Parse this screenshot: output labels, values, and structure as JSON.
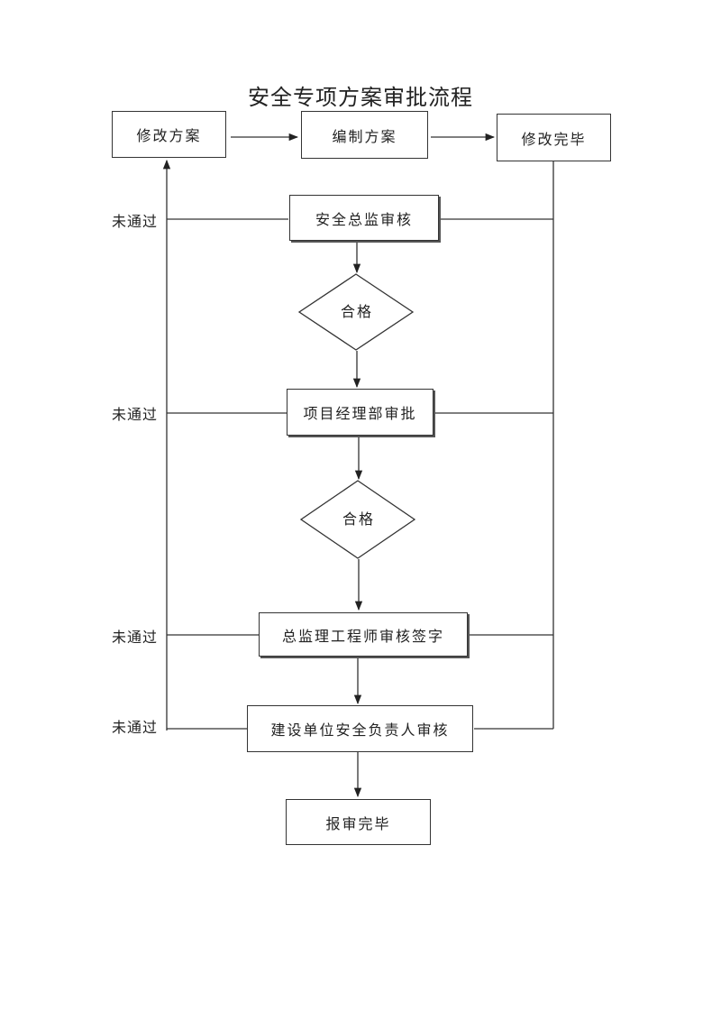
{
  "title": "安全专项方案审批流程",
  "nodes": {
    "revise_plan": "修改方案",
    "compile_plan": "编制方案",
    "revision_done": "修改完毕",
    "safety_director_review": "安全总监审核",
    "check_1": "合格",
    "project_dept_approval": "项目经理部审批",
    "check_2": "合格",
    "chief_supervisor_sign": "总监理工程师审核签字",
    "owner_review": "建设单位安全负责人审核",
    "submission_done": "报审完毕"
  },
  "reject_labels": [
    "未通过",
    "未通过",
    "未通过",
    "未通过"
  ]
}
